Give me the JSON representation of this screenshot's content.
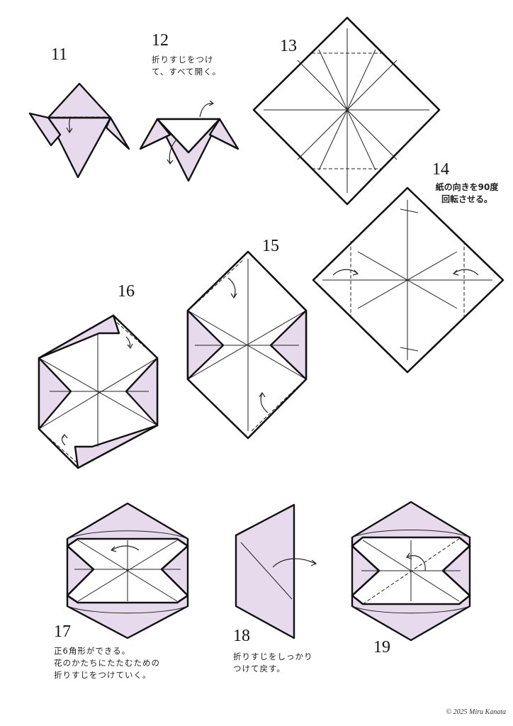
{
  "steps": [
    {
      "number": "11",
      "caption": ""
    },
    {
      "number": "12",
      "caption": [
        "折りすじをつけ",
        "て、すべて開く。"
      ]
    },
    {
      "number": "13",
      "caption": ""
    },
    {
      "number": "14",
      "caption": [
        "紙の向きを90度",
        "回転させる。"
      ]
    },
    {
      "number": "15",
      "caption": ""
    },
    {
      "number": "16",
      "caption": ""
    },
    {
      "number": "17",
      "caption": [
        "正6角形ができる。",
        "花のかたちにたたむための",
        "折りすじをつけていく。"
      ]
    },
    {
      "number": "18",
      "caption": [
        "折りすじをしっかり",
        "つけて戻す。"
      ]
    },
    {
      "number": "19",
      "caption": ""
    }
  ],
  "copyright": "© 2025 Miru Kanata",
  "colors": {
    "paper_back": "#e6daec",
    "line": "#111111"
  }
}
